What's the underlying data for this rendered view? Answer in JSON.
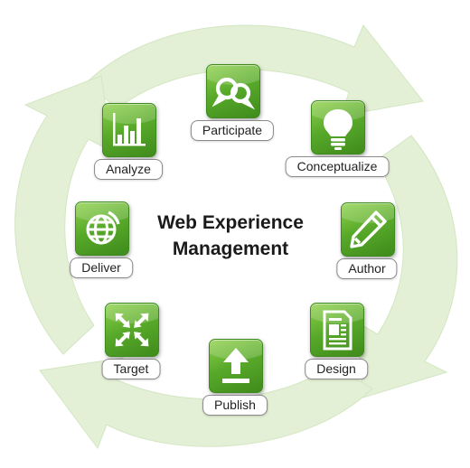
{
  "title": {
    "line1": "Web Experience",
    "line2": "Management"
  },
  "steps": [
    {
      "label": "Participate",
      "icon": "speech-bubbles-icon"
    },
    {
      "label": "Conceptualize",
      "icon": "lightbulb-icon"
    },
    {
      "label": "Author",
      "icon": "pencil-icon"
    },
    {
      "label": "Design",
      "icon": "document-layout-icon"
    },
    {
      "label": "Publish",
      "icon": "upload-arrow-icon"
    },
    {
      "label": "Target",
      "icon": "target-arrows-icon"
    },
    {
      "label": "Deliver",
      "icon": "globe-icon"
    },
    {
      "label": "Analyze",
      "icon": "bar-chart-icon"
    }
  ],
  "colors": {
    "tile": "#5aa92b",
    "cycle_arrows": "#e2f0d3"
  }
}
